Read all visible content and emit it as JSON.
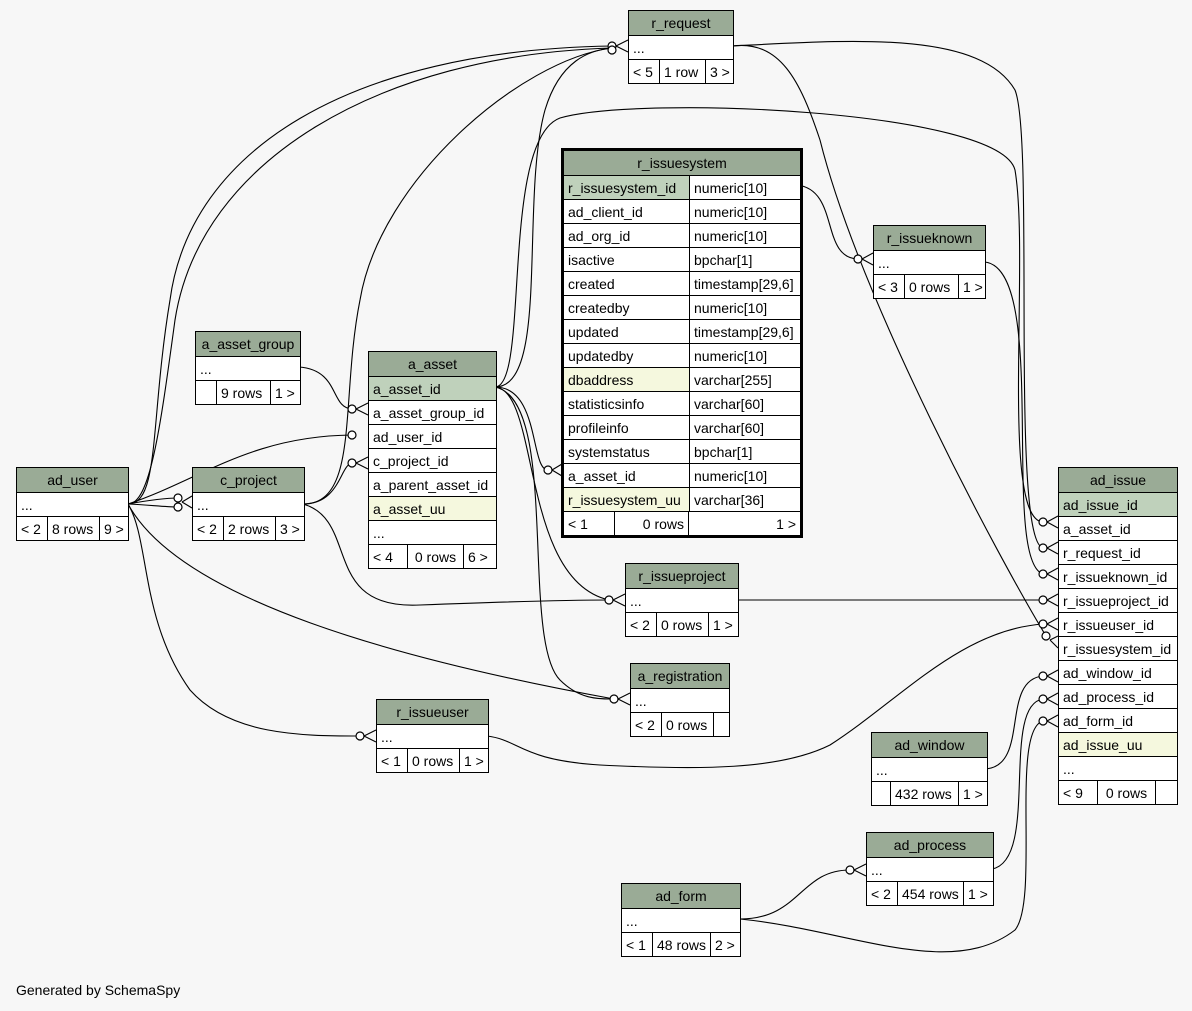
{
  "footer_text": "Generated by SchemaSpy",
  "colors": {
    "header": "#9aab96",
    "primary_key": "#bfd1bb",
    "indexed": "#f5f8de",
    "background": "#f7f7f7"
  },
  "tables": {
    "r_request": {
      "name": "r_request",
      "rows": [
        "..."
      ],
      "footer": [
        "< 5",
        "1 row",
        "3 >"
      ]
    },
    "r_issuesystem": {
      "name": "r_issuesystem",
      "columns": [
        {
          "name": "r_issuesystem_id",
          "type": "numeric[10]"
        },
        {
          "name": "ad_client_id",
          "type": "numeric[10]"
        },
        {
          "name": "ad_org_id",
          "type": "numeric[10]"
        },
        {
          "name": "isactive",
          "type": "bpchar[1]"
        },
        {
          "name": "created",
          "type": "timestamp[29,6]"
        },
        {
          "name": "createdby",
          "type": "numeric[10]"
        },
        {
          "name": "updated",
          "type": "timestamp[29,6]"
        },
        {
          "name": "updatedby",
          "type": "numeric[10]"
        },
        {
          "name": "dbaddress",
          "type": "varchar[255]"
        },
        {
          "name": "statisticsinfo",
          "type": "varchar[60]"
        },
        {
          "name": "profileinfo",
          "type": "varchar[60]"
        },
        {
          "name": "systemstatus",
          "type": "bpchar[1]"
        },
        {
          "name": "a_asset_id",
          "type": "numeric[10]"
        },
        {
          "name": "r_issuesystem_uu",
          "type": "varchar[36]"
        }
      ],
      "footer": [
        "< 1",
        "0 rows",
        "1 >"
      ]
    },
    "r_issueknown": {
      "name": "r_issueknown",
      "rows": [
        "..."
      ],
      "footer": [
        "< 3",
        "0 rows",
        "1 >"
      ]
    },
    "a_asset_group": {
      "name": "a_asset_group",
      "rows": [
        "..."
      ],
      "footer": [
        "",
        "9 rows",
        "1 >"
      ]
    },
    "a_asset": {
      "name": "a_asset",
      "rows": [
        "a_asset_id",
        "a_asset_group_id",
        "ad_user_id",
        "c_project_id",
        "a_parent_asset_id",
        "a_asset_uu",
        "..."
      ],
      "footer": [
        "< 4",
        "0 rows",
        "6 >"
      ]
    },
    "ad_user": {
      "name": "ad_user",
      "rows": [
        "..."
      ],
      "footer": [
        "< 2",
        "8 rows",
        "9 >"
      ]
    },
    "c_project": {
      "name": "c_project",
      "rows": [
        "..."
      ],
      "footer": [
        "< 2",
        "2 rows",
        "3 >"
      ]
    },
    "ad_issue": {
      "name": "ad_issue",
      "rows": [
        "ad_issue_id",
        "a_asset_id",
        "r_request_id",
        "r_issueknown_id",
        "r_issueproject_id",
        "r_issueuser_id",
        "r_issuesystem_id",
        "ad_window_id",
        "ad_process_id",
        "ad_form_id",
        "ad_issue_uu",
        "..."
      ],
      "footer": [
        "< 9",
        "0 rows",
        ""
      ]
    },
    "r_issueproject": {
      "name": "r_issueproject",
      "rows": [
        "..."
      ],
      "footer": [
        "< 2",
        "0 rows",
        "1 >"
      ]
    },
    "a_registration": {
      "name": "a_registration",
      "rows": [
        "..."
      ],
      "footer": [
        "< 2",
        "0 rows",
        ""
      ]
    },
    "r_issueuser": {
      "name": "r_issueuser",
      "rows": [
        "..."
      ],
      "footer": [
        "< 1",
        "0 rows",
        "1 >"
      ]
    },
    "ad_window": {
      "name": "ad_window",
      "rows": [
        "..."
      ],
      "footer": [
        "",
        "432 rows",
        "1 >"
      ]
    },
    "ad_process": {
      "name": "ad_process",
      "rows": [
        "..."
      ],
      "footer": [
        "< 2",
        "454 rows",
        "1 >"
      ]
    },
    "ad_form": {
      "name": "ad_form",
      "rows": [
        "..."
      ],
      "footer": [
        "< 1",
        "48 rows",
        "2 >"
      ]
    }
  }
}
